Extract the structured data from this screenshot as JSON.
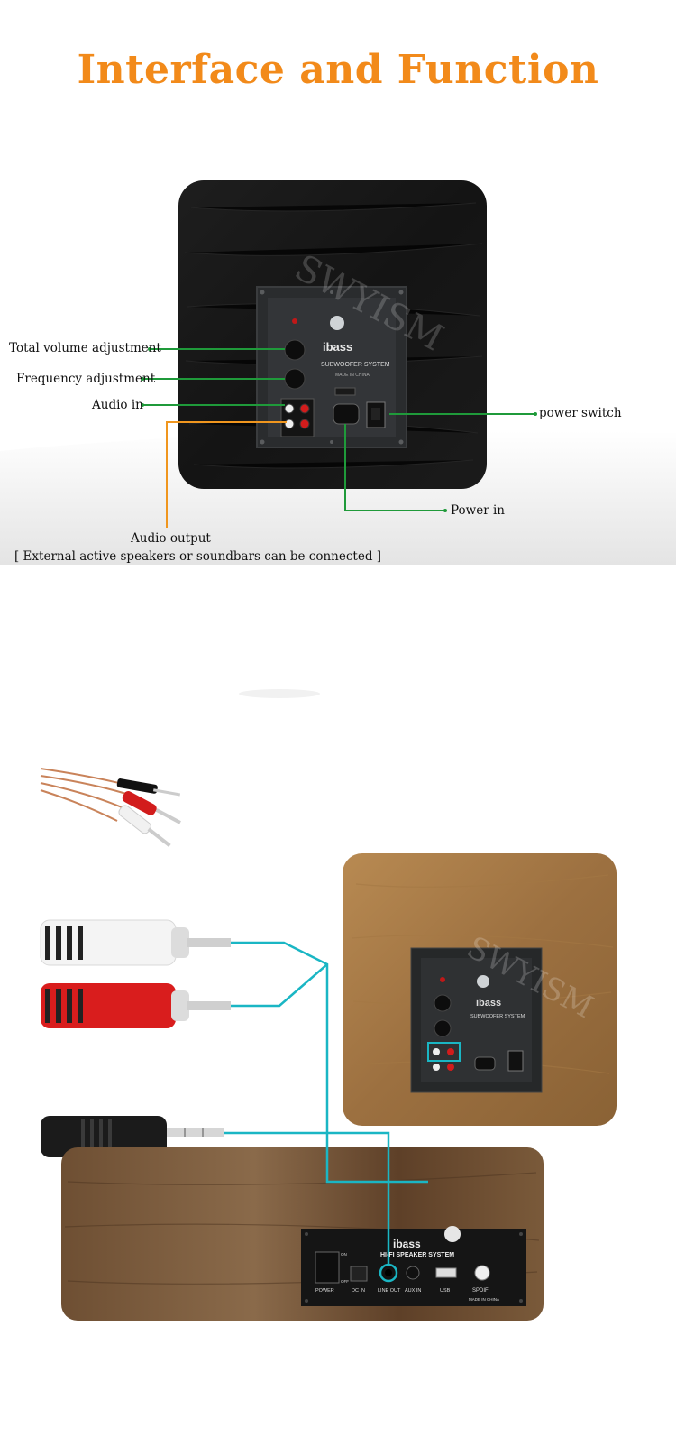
{
  "page": {
    "title": "Interface and Function",
    "colors": {
      "title": "#f28a1a",
      "callout_green": "#1f9a3a",
      "callout_orange": "#f0961e",
      "cable_cyan": "#1ab6c4"
    }
  },
  "subwoofer_back": {
    "panel_brand": "ibass",
    "panel_subtitle": "SUBWOOFER SYSTEM",
    "panel_made": "MADE IN CHINA",
    "watermark": "SWYISM",
    "callouts": {
      "total_volume": "Total volume adjustment",
      "frequency": "Frequency adjustment",
      "audio_in": "Audio in",
      "power_switch": "power switch",
      "power_in": "Power in",
      "audio_output": "Audio output",
      "audio_output_note": "[ External active speakers or soundbars can be connected ]"
    }
  },
  "connection": {
    "sub_panel_brand": "ibass",
    "sub_panel_subtitle": "SUBWOOFER SYSTEM",
    "watermark": "SWYISM",
    "speaker_panel": {
      "brand": "ibass",
      "subtitle": "HI-FI SPEAKER SYSTEM",
      "on": "ON",
      "off": "OFF",
      "ports": [
        "POWER",
        "DC IN",
        "LINE OUT",
        "AUX IN",
        "USB",
        "SPDIF"
      ],
      "made": "MADE IN CHINA"
    }
  }
}
